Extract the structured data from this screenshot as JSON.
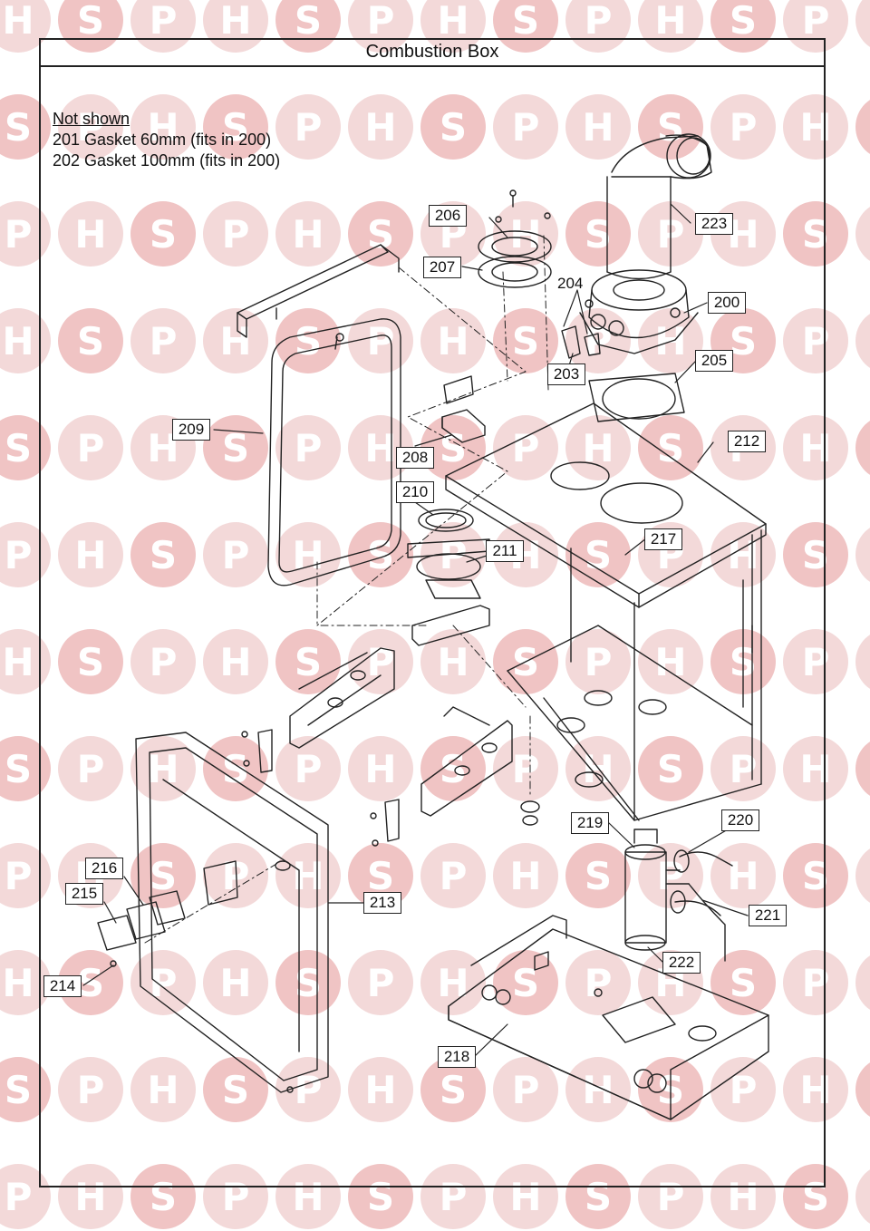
{
  "diagram": {
    "title": "Combustion Box",
    "notes": {
      "heading": "Not shown",
      "lines": [
        "201 Gasket 60mm (fits in 200)",
        "202 Gasket 100mm (fits in 200)"
      ]
    },
    "labels": {
      "p200": "200",
      "p203": "203",
      "p204": "204",
      "p205": "205",
      "p206": "206",
      "p207": "207",
      "p208": "208",
      "p209": "209",
      "p210": "210",
      "p211": "211",
      "p212": "212",
      "p213": "213",
      "p214": "214",
      "p215": "215",
      "p216": "216",
      "p217": "217",
      "p218": "218",
      "p219": "219",
      "p220": "220",
      "p221": "221",
      "p222": "222",
      "p223": "223"
    }
  },
  "watermark": {
    "letters": [
      "H",
      "S",
      "P"
    ],
    "color": "#f3d9d9",
    "accent": "#f0c4c4"
  },
  "colors": {
    "line": "#222222",
    "background": "#ffffff"
  }
}
